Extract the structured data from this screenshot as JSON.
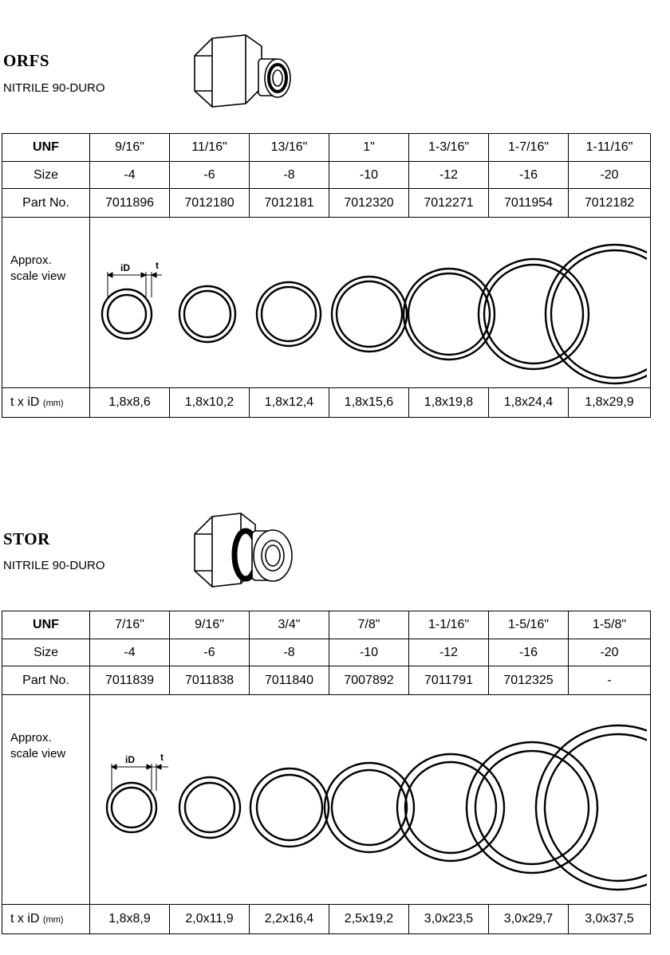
{
  "sections": [
    {
      "title": "ORFS",
      "subtitle": "NITRILE 90-DURO",
      "row_labels": {
        "unf": "UNF",
        "size": "Size",
        "part": "Part No.",
        "scale": "Approx. scale view",
        "txid": "t x iD",
        "txid_unit": "(mm)"
      },
      "diagram_labels": {
        "id": "iD",
        "t": "t"
      },
      "columns": [
        {
          "unf": "9/16\"",
          "size": "-4",
          "part": "7011896",
          "txid": "1,8x8,6"
        },
        {
          "unf": "11/16\"",
          "size": "-6",
          "part": "7012180",
          "txid": "1,8x10,2"
        },
        {
          "unf": "13/16\"",
          "size": "-8",
          "part": "7012181",
          "txid": "1,8x12,4"
        },
        {
          "unf": "1\"",
          "size": "-10",
          "part": "7012320",
          "txid": "1,8x15,6"
        },
        {
          "unf": "1-3/16\"",
          "size": "-12",
          "part": "7012271",
          "txid": "1,8x19,8"
        },
        {
          "unf": "1-7/16\"",
          "size": "-16",
          "part": "7011954",
          "txid": "1,8x24,4"
        },
        {
          "unf": "1-11/16\"",
          "size": "-20",
          "part": "7012182",
          "txid": "1,8x29,9"
        }
      ]
    },
    {
      "title": "STOR",
      "subtitle": "NITRILE 90-DURO",
      "row_labels": {
        "unf": "UNF",
        "size": "Size",
        "part": "Part No.",
        "scale": "Approx. scale view",
        "txid": "t x iD",
        "txid_unit": "(mm)"
      },
      "diagram_labels": {
        "id": "iD",
        "t": "t"
      },
      "columns": [
        {
          "unf": "7/16\"",
          "size": "-4",
          "part": "7011839",
          "txid": "1,8x8,9"
        },
        {
          "unf": "9/16\"",
          "size": "-6",
          "part": "7011838",
          "txid": "2,0x11,9"
        },
        {
          "unf": "3/4\"",
          "size": "-8",
          "part": "7011840",
          "txid": "2,2x16,4"
        },
        {
          "unf": "7/8\"",
          "size": "-10",
          "part": "7007892",
          "txid": "2,5x19,2"
        },
        {
          "unf": "1-1/16\"",
          "size": "-12",
          "part": "7011791",
          "txid": "3,0x23,5"
        },
        {
          "unf": "1-5/16\"",
          "size": "-16",
          "part": "7012325",
          "txid": "3,0x29,7"
        },
        {
          "unf": "1-5/8\"",
          "size": "-20",
          "part": "-",
          "txid": "3,0x37,5"
        }
      ]
    }
  ]
}
